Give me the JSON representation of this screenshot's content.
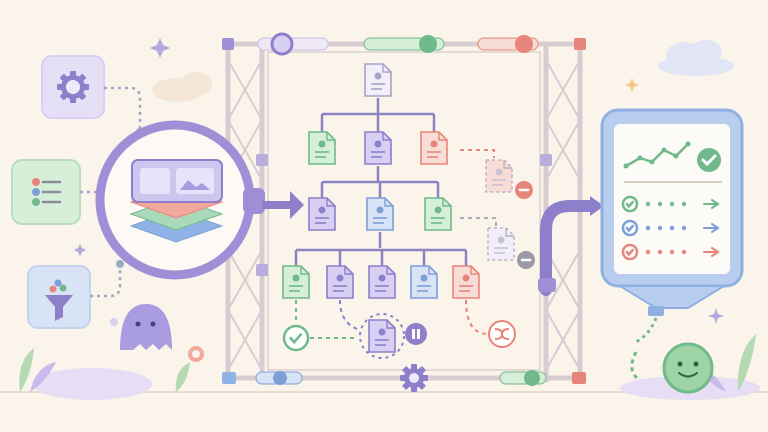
{
  "colors": {
    "background": "#fbf4ea",
    "purple": "#8d7fc9",
    "purple_light": "#d7d0f2",
    "green": "#6fb98a",
    "green_light": "#d6efd9",
    "blue": "#7d9fd8",
    "blue_light": "#d8e4f6",
    "red": "#e8857a",
    "red_light": "#f8dcd6",
    "scaffold": "#d9ccd0",
    "gray": "#9a9aa6"
  },
  "left_inputs": [
    {
      "name": "settings",
      "icon": "gear-icon"
    },
    {
      "name": "checklist",
      "icon": "list-icon"
    },
    {
      "name": "filter",
      "icon": "funnel-icon"
    }
  ],
  "tree": {
    "levels": 4,
    "root": {
      "state": "neutral"
    },
    "nodes": [
      {
        "level": 1,
        "state": "green"
      },
      {
        "level": 1,
        "state": "purple"
      },
      {
        "level": 1,
        "state": "red"
      },
      {
        "level": 2,
        "state": "purple"
      },
      {
        "level": 2,
        "state": "blue"
      },
      {
        "level": 2,
        "state": "green"
      },
      {
        "level": 3,
        "state": "green"
      },
      {
        "level": 3,
        "state": "purple"
      },
      {
        "level": 3,
        "state": "purple"
      },
      {
        "level": 3,
        "state": "blue"
      },
      {
        "level": 3,
        "state": "red"
      }
    ],
    "branch_outcomes": [
      "check-icon",
      "pause-icon",
      "shuffle-icon"
    ],
    "side_states": [
      "minus-icon",
      "minus-icon"
    ]
  },
  "dashboard": {
    "status_icon": "check-icon",
    "rows": [
      {
        "state": "green",
        "icon": "check-icon"
      },
      {
        "state": "blue",
        "icon": "check-icon"
      },
      {
        "state": "red",
        "icon": "check-icon"
      }
    ]
  }
}
